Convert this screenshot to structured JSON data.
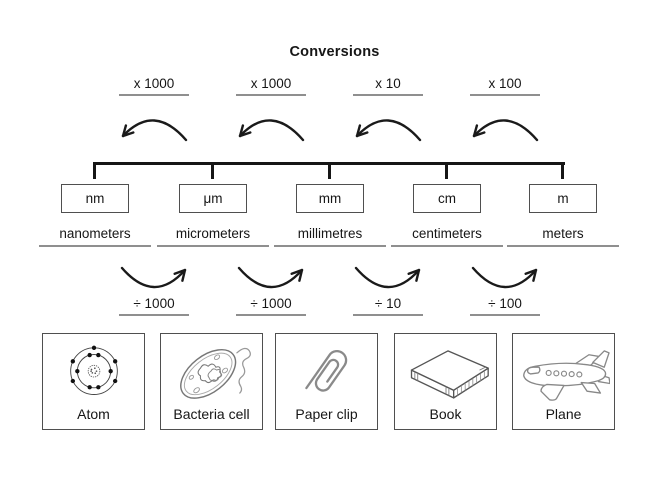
{
  "title": "Conversions",
  "colors": {
    "line": "#161616",
    "underline": "#8f8f8f",
    "box_border": "#4f4f4f"
  },
  "icons": {
    "multiply_arrow": "curved-arrow-left-icon",
    "divide_arrow": "curved-arrow-right-icon"
  },
  "conversions": [
    {
      "multiply": "x 1000",
      "divide": "÷ 1000"
    },
    {
      "multiply": "x 1000",
      "divide": "÷ 1000"
    },
    {
      "multiply": "x 10",
      "divide": "÷ 10"
    },
    {
      "multiply": "x 100",
      "divide": "÷ 100"
    }
  ],
  "units": [
    {
      "abbr": "nm",
      "name": "nanometers"
    },
    {
      "abbr": "μm",
      "name": "micrometers"
    },
    {
      "abbr": "mm",
      "name": "millimetres"
    },
    {
      "abbr": "cm",
      "name": "centimeters"
    },
    {
      "abbr": "m",
      "name": "meters"
    }
  ],
  "examples": [
    {
      "label": "Atom",
      "icon": "atom-icon"
    },
    {
      "label": "Bacteria cell",
      "icon": "bacteria-cell-icon"
    },
    {
      "label": "Paper clip",
      "icon": "paper-clip-icon"
    },
    {
      "label": "Book",
      "icon": "book-icon"
    },
    {
      "label": "Plane",
      "icon": "plane-icon"
    }
  ]
}
